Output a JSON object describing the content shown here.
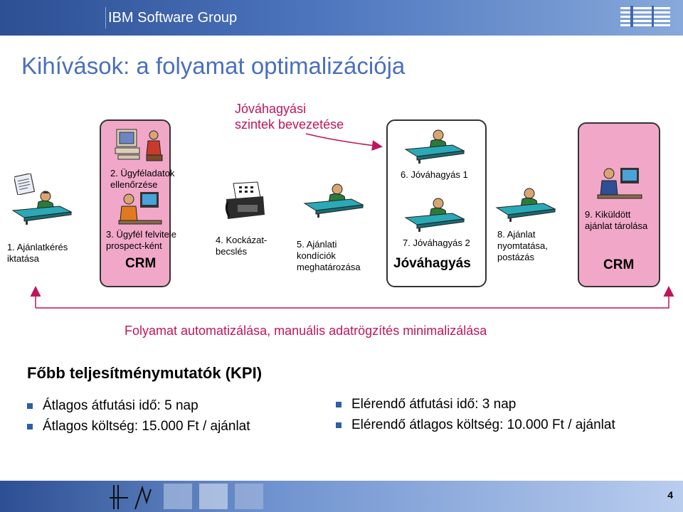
{
  "header": {
    "brand": "IBM Software Group",
    "logo": "IBM"
  },
  "title": "Kihívások: a folyamat optimalizációja",
  "callout": {
    "line1": "Jóváhagyási",
    "line2": "szintek bevezetése"
  },
  "steps": {
    "s1": {
      "line1": "1. Ajánlatkérés",
      "line2": "iktatása"
    },
    "s2": {
      "line1": "2. Ügyféladatok",
      "line2": "ellenőrzése"
    },
    "s3": {
      "line1": "3. Ügyfél felvitele",
      "line2": "prospect-ként",
      "crm": "CRM"
    },
    "s4": {
      "line1": "4. Kockázat-",
      "line2": "becslés"
    },
    "s5": {
      "line1": "5. Ajánlati",
      "line2": "kondíciók",
      "line3": "meghatározása"
    },
    "s6": {
      "line1": "6. Jóváhagyás 1"
    },
    "s7": {
      "line1": "7. Jóváhagyás 2",
      "big": "Jóváhagyás"
    },
    "s8": {
      "line1": "8. Ajánlat",
      "line2": "nyomtatása,",
      "line3": "postázás"
    },
    "s9": {
      "line1": "9. Kiküldött",
      "line2": "ajánlat tárolása",
      "crm": "CRM"
    }
  },
  "feedback": "Folyamat automatizálása, manuális adatrögzítés minimalizálása",
  "kpi": {
    "title": "Főbb teljesítménymutatók (KPI)",
    "current": [
      "Átlagos átfutási idő: 5 nap",
      "Átlagos költség: 15.000 Ft / ajánlat"
    ],
    "target": [
      "Elérendő átfutási idő: 3 nap",
      "Elérendő átlagos költség: 10.000 Ft / ajánlat"
    ]
  },
  "footer": {
    "page_number": "4"
  },
  "colors": {
    "accent_blue": "#4a6fbf",
    "accent_magenta": "#c0155a",
    "pink_card": "#f1a8c8"
  },
  "icons": [
    "document-icon",
    "computer-icon",
    "person-at-desk-icon",
    "fax-icon",
    "desk-icon",
    "ibm-logo-icon"
  ]
}
